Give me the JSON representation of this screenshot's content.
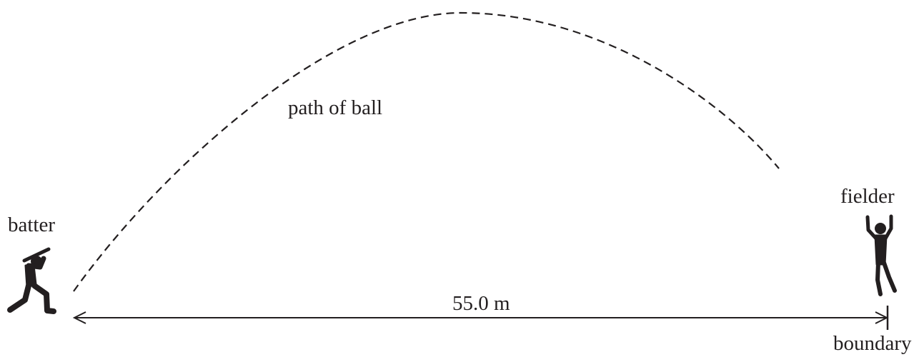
{
  "labels": {
    "path": "path of ball",
    "batter": "batter",
    "fielder": "fielder",
    "distance": "55.0 m",
    "boundary": "boundary"
  },
  "figures": {
    "batter": "batter-silhouette-icon",
    "fielder": "fielder-silhouette-icon"
  },
  "colors": {
    "ink": "#231f20",
    "background": "#ffffff"
  }
}
